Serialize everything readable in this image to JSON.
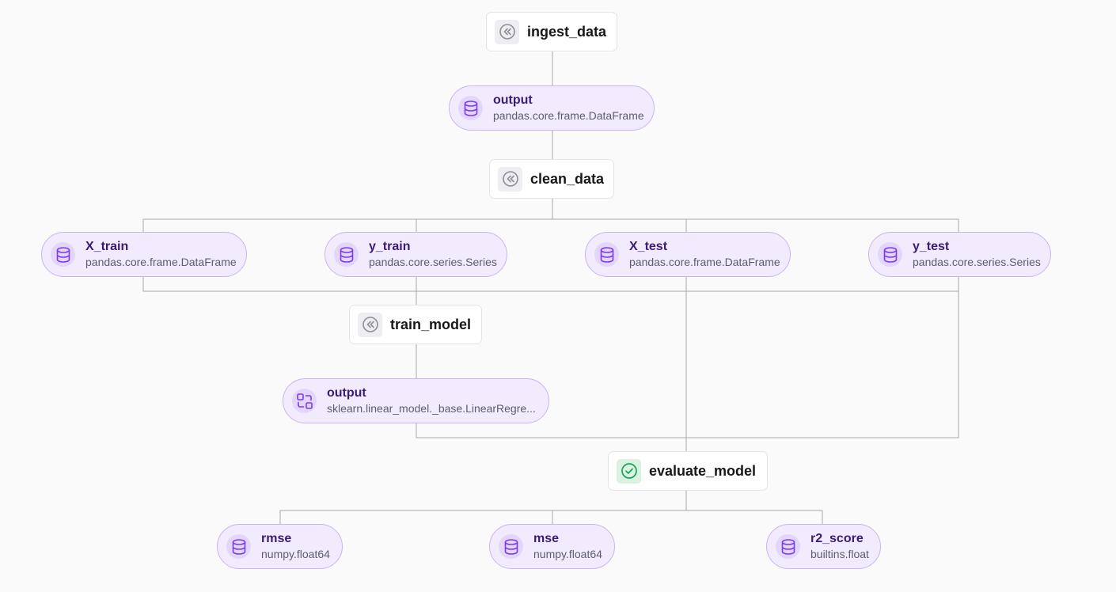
{
  "colors": {
    "step_icon": "#8e8e99",
    "step_done_icon": "#1aa355",
    "artifact_icon": "#7c3aed",
    "edge": "#a8a8b0"
  },
  "steps": {
    "ingest_data": {
      "label": "ingest_data",
      "icon": "chevrons-left-icon"
    },
    "clean_data": {
      "label": "clean_data",
      "icon": "chevrons-left-icon"
    },
    "train_model": {
      "label": "train_model",
      "icon": "chevrons-left-icon"
    },
    "evaluate_model": {
      "label": "evaluate_model",
      "icon": "check-circle-icon"
    }
  },
  "artifacts": {
    "ingest_output": {
      "name": "output",
      "type": "pandas.core.frame.DataFrame",
      "icon": "database-icon"
    },
    "x_train": {
      "name": "X_train",
      "type": "pandas.core.frame.DataFrame",
      "icon": "database-icon"
    },
    "y_train": {
      "name": "y_train",
      "type": "pandas.core.series.Series",
      "icon": "database-icon"
    },
    "x_test": {
      "name": "X_test",
      "type": "pandas.core.frame.DataFrame",
      "icon": "database-icon"
    },
    "y_test": {
      "name": "y_test",
      "type": "pandas.core.series.Series",
      "icon": "database-icon"
    },
    "model_output": {
      "name": "output",
      "type": "sklearn.linear_model._base.LinearRegre...",
      "icon": "model-icon"
    },
    "rmse": {
      "name": "rmse",
      "type": "numpy.float64",
      "icon": "database-icon"
    },
    "mse": {
      "name": "mse",
      "type": "numpy.float64",
      "icon": "database-icon"
    },
    "r2_score": {
      "name": "r2_score",
      "type": "builtins.float",
      "icon": "database-icon"
    }
  }
}
